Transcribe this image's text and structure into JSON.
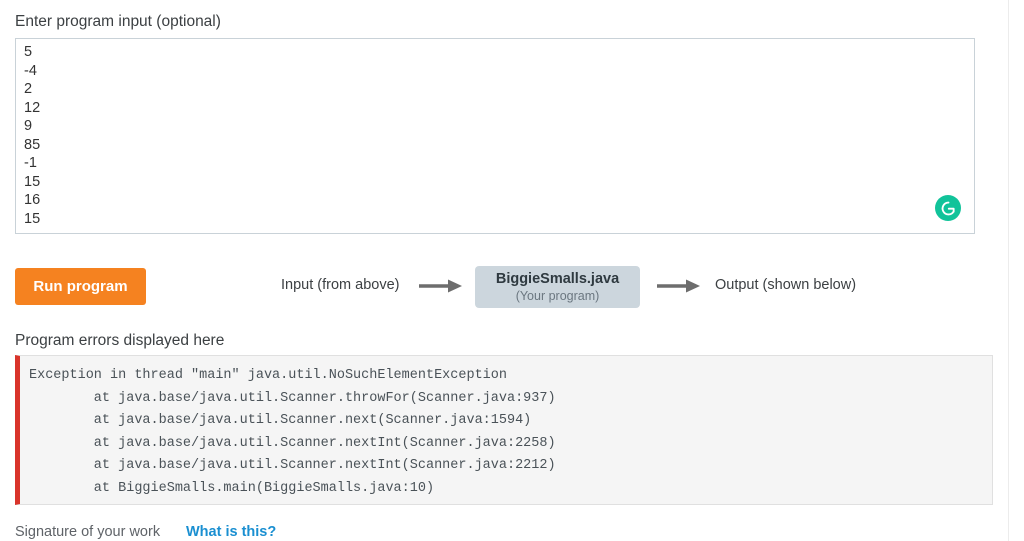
{
  "input_section": {
    "label": "Enter program input (optional)",
    "value": "5\n-4\n2\n12\n9\n85\n-1\n15\n16\n15",
    "lines": [
      "5",
      "-4",
      "2",
      "12",
      "9",
      "85",
      "-1",
      "15",
      "16",
      "15"
    ],
    "grammarly_badge": "grammarly-icon"
  },
  "run_row": {
    "run_button_label": "Run program",
    "input_flow_label": "Input (from above)",
    "program_name": "BiggieSmalls.java",
    "program_sub": "(Your program)",
    "output_flow_label": "Output (shown below)",
    "arrow_1": "arrow-right-icon",
    "arrow_2": "arrow-right-icon"
  },
  "errors_section": {
    "label": "Program errors displayed here",
    "text": "Exception in thread \"main\" java.util.NoSuchElementException\n        at java.base/java.util.Scanner.throwFor(Scanner.java:937)\n        at java.base/java.util.Scanner.next(Scanner.java:1594)\n        at java.base/java.util.Scanner.nextInt(Scanner.java:2258)\n        at java.base/java.util.Scanner.nextInt(Scanner.java:2212)\n        at BiggieSmalls.main(BiggieSmalls.java:10)",
    "stack_lines": [
      "Exception in thread \"main\" java.util.NoSuchElementException",
      "        at java.base/java.util.Scanner.throwFor(Scanner.java:937)",
      "        at java.base/java.util.Scanner.next(Scanner.java:1594)",
      "        at java.base/java.util.Scanner.nextInt(Scanner.java:2258)",
      "        at java.base/java.util.Scanner.nextInt(Scanner.java:2212)",
      "        at BiggieSmalls.main(BiggieSmalls.java:10)"
    ]
  },
  "footer": {
    "signature_label": "Signature of your work",
    "what_is_this_label": "What is this?"
  },
  "colors": {
    "run_button": "#f58220",
    "error_border": "#d9342b",
    "error_background": "#f5f5f5",
    "program_box": "#ccd6dd",
    "link": "#1a8fd1",
    "grammarly": "#11c39a"
  }
}
